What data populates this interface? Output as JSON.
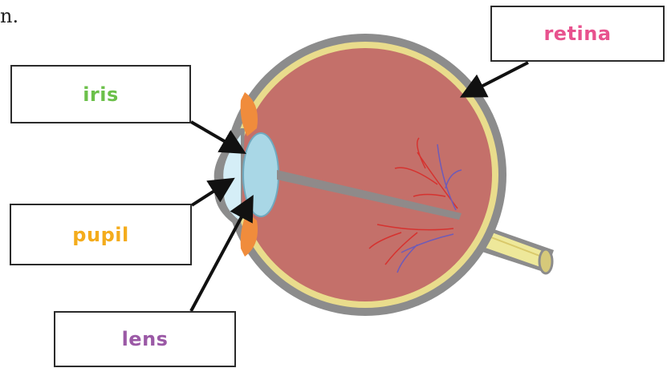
{
  "caption_fragment": "n.",
  "labels": {
    "retina": {
      "text": "retina",
      "color": "#e8528e"
    },
    "iris": {
      "text": "iris",
      "color": "#6cc04a"
    },
    "pupil": {
      "text": "pupil",
      "color": "#f4ac1c"
    },
    "lens": {
      "text": "lens",
      "color": "#9b59a6"
    }
  },
  "colors": {
    "sclera": "#8c8c8c",
    "choroid": "#e9dc8c",
    "vitreous": "#c4706a",
    "lens": "#a9d7e6",
    "iris": "#f08c3c",
    "optic_nerve": "#eee89a",
    "artery": "#d6322f",
    "vein": "#6e5bb8"
  }
}
